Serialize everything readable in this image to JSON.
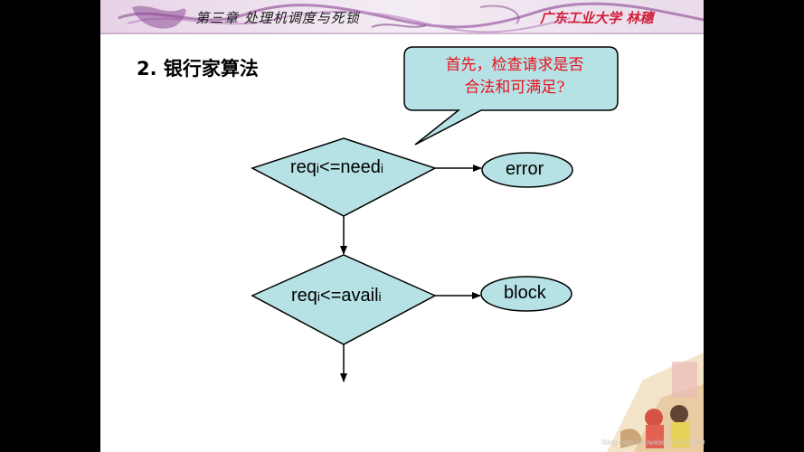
{
  "banner": {
    "chapter_title": "第三章 处理机调度与死锁",
    "school_author": "广东工业大学 林穗"
  },
  "slide": {
    "heading": "2. 银行家算法"
  },
  "callout": {
    "line1": "首先，检查请求是否",
    "line2": "合法和可满足?"
  },
  "diagram": {
    "decision1": {
      "base": "req",
      "sub1": "i",
      "mid": "<=need",
      "sub2": "i"
    },
    "decision2": {
      "base": "req",
      "sub1": "i",
      "mid": "<=avail",
      "sub2": "i"
    },
    "terminal1": "error",
    "terminal2": "block"
  },
  "watermark": "/blog.csdn.net/weixin_45761769",
  "colors": {
    "callout_fill": "#b6e2e6",
    "callout_text": "#e8121a",
    "diamond_fill": "#b6e2e6",
    "ellipse_fill": "#b6e2e6",
    "school_text": "#d0203a"
  }
}
